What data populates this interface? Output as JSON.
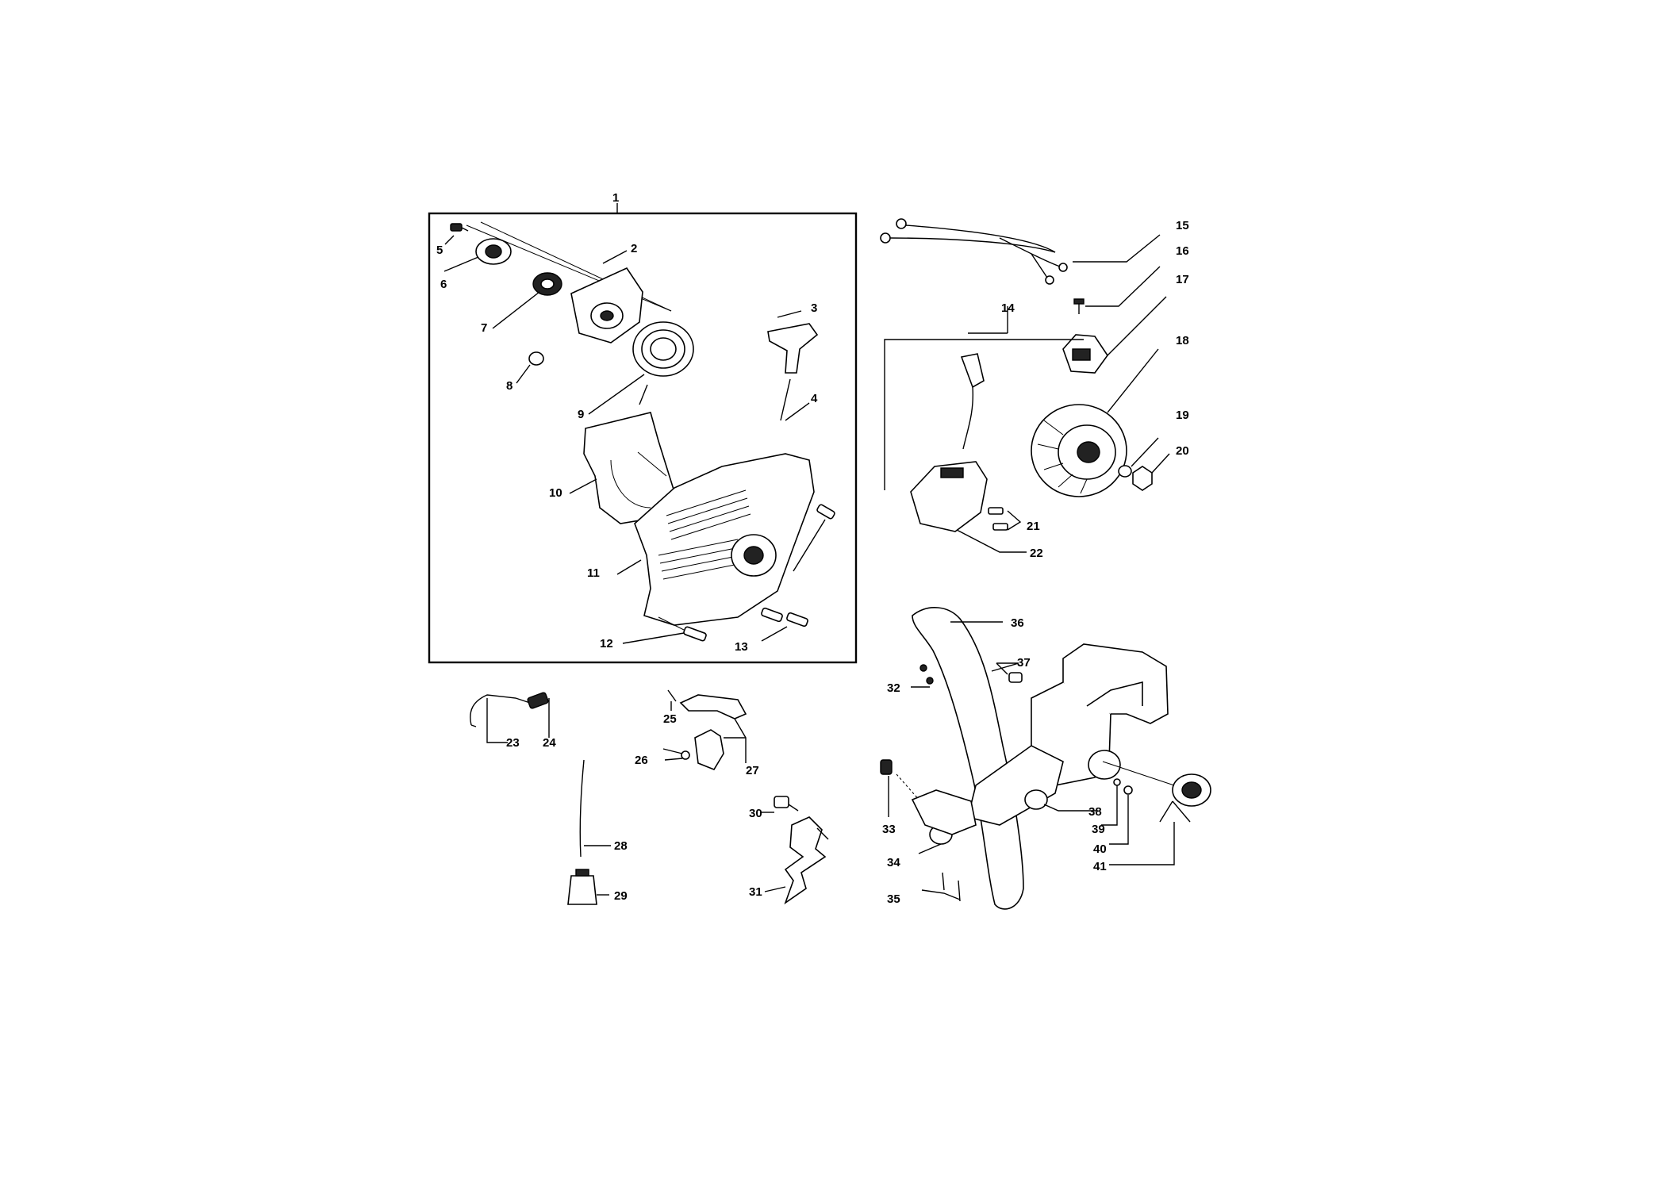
{
  "labels": {
    "l1": "1",
    "l2": "2",
    "l3": "3",
    "l4": "4",
    "l5": "5",
    "l6": "6",
    "l7": "7",
    "l8": "8",
    "l9": "9",
    "l10": "10",
    "l11": "11",
    "l12": "12",
    "l13": "13",
    "l14": "14",
    "l15": "15",
    "l16": "16",
    "l17": "17",
    "l18": "18",
    "l19": "19",
    "l20": "20",
    "l21": "21",
    "l22": "22",
    "l23": "23",
    "l24": "24",
    "l25": "25",
    "l26": "26",
    "l27": "27",
    "l28": "28",
    "l29": "29",
    "l30": "30",
    "l31": "31",
    "l32": "32",
    "l33": "33",
    "l34": "34",
    "l35": "35",
    "l36": "36",
    "l37": "37",
    "l38": "38",
    "l39": "39",
    "l40": "40",
    "l41": "41"
  }
}
